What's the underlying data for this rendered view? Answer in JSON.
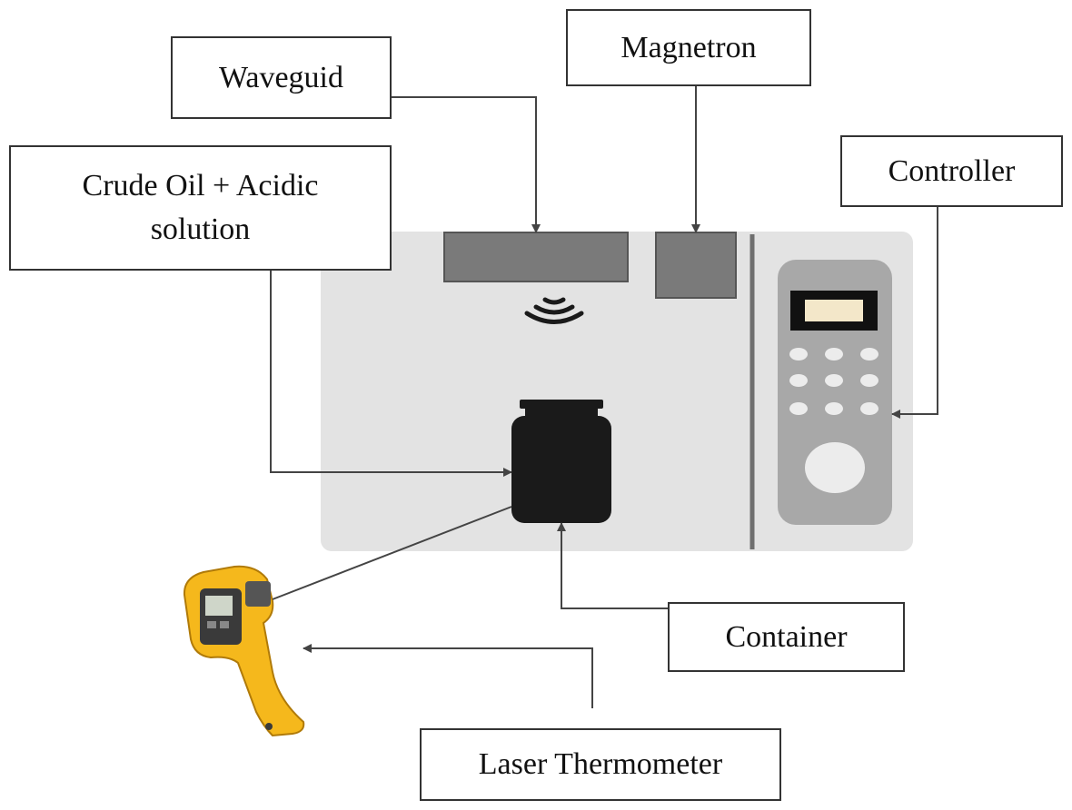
{
  "labels": {
    "waveguide": "Waveguid",
    "magnetron": "Magnetron",
    "controller": "Controller",
    "crude_oil": "Crude Oil + Acidic solution",
    "container": "Container",
    "laser_thermometer": "Laser Thermometer"
  },
  "colors": {
    "oven_body": "#e3e3e3",
    "waveguide_block": "#7a7a7a",
    "magnetron_block": "#7a7a7a",
    "control_panel": "#a8a8a8",
    "display": "#f3e7c9",
    "container": "#1a1a1a",
    "thermometer_body": "#f5b81c",
    "connector_line": "#444444"
  },
  "icons": {
    "oven": "microwave-oven-icon",
    "waves": "microwave-signal-icon",
    "container": "bottle-icon",
    "thermometer": "infrared-thermometer-gun-icon"
  }
}
